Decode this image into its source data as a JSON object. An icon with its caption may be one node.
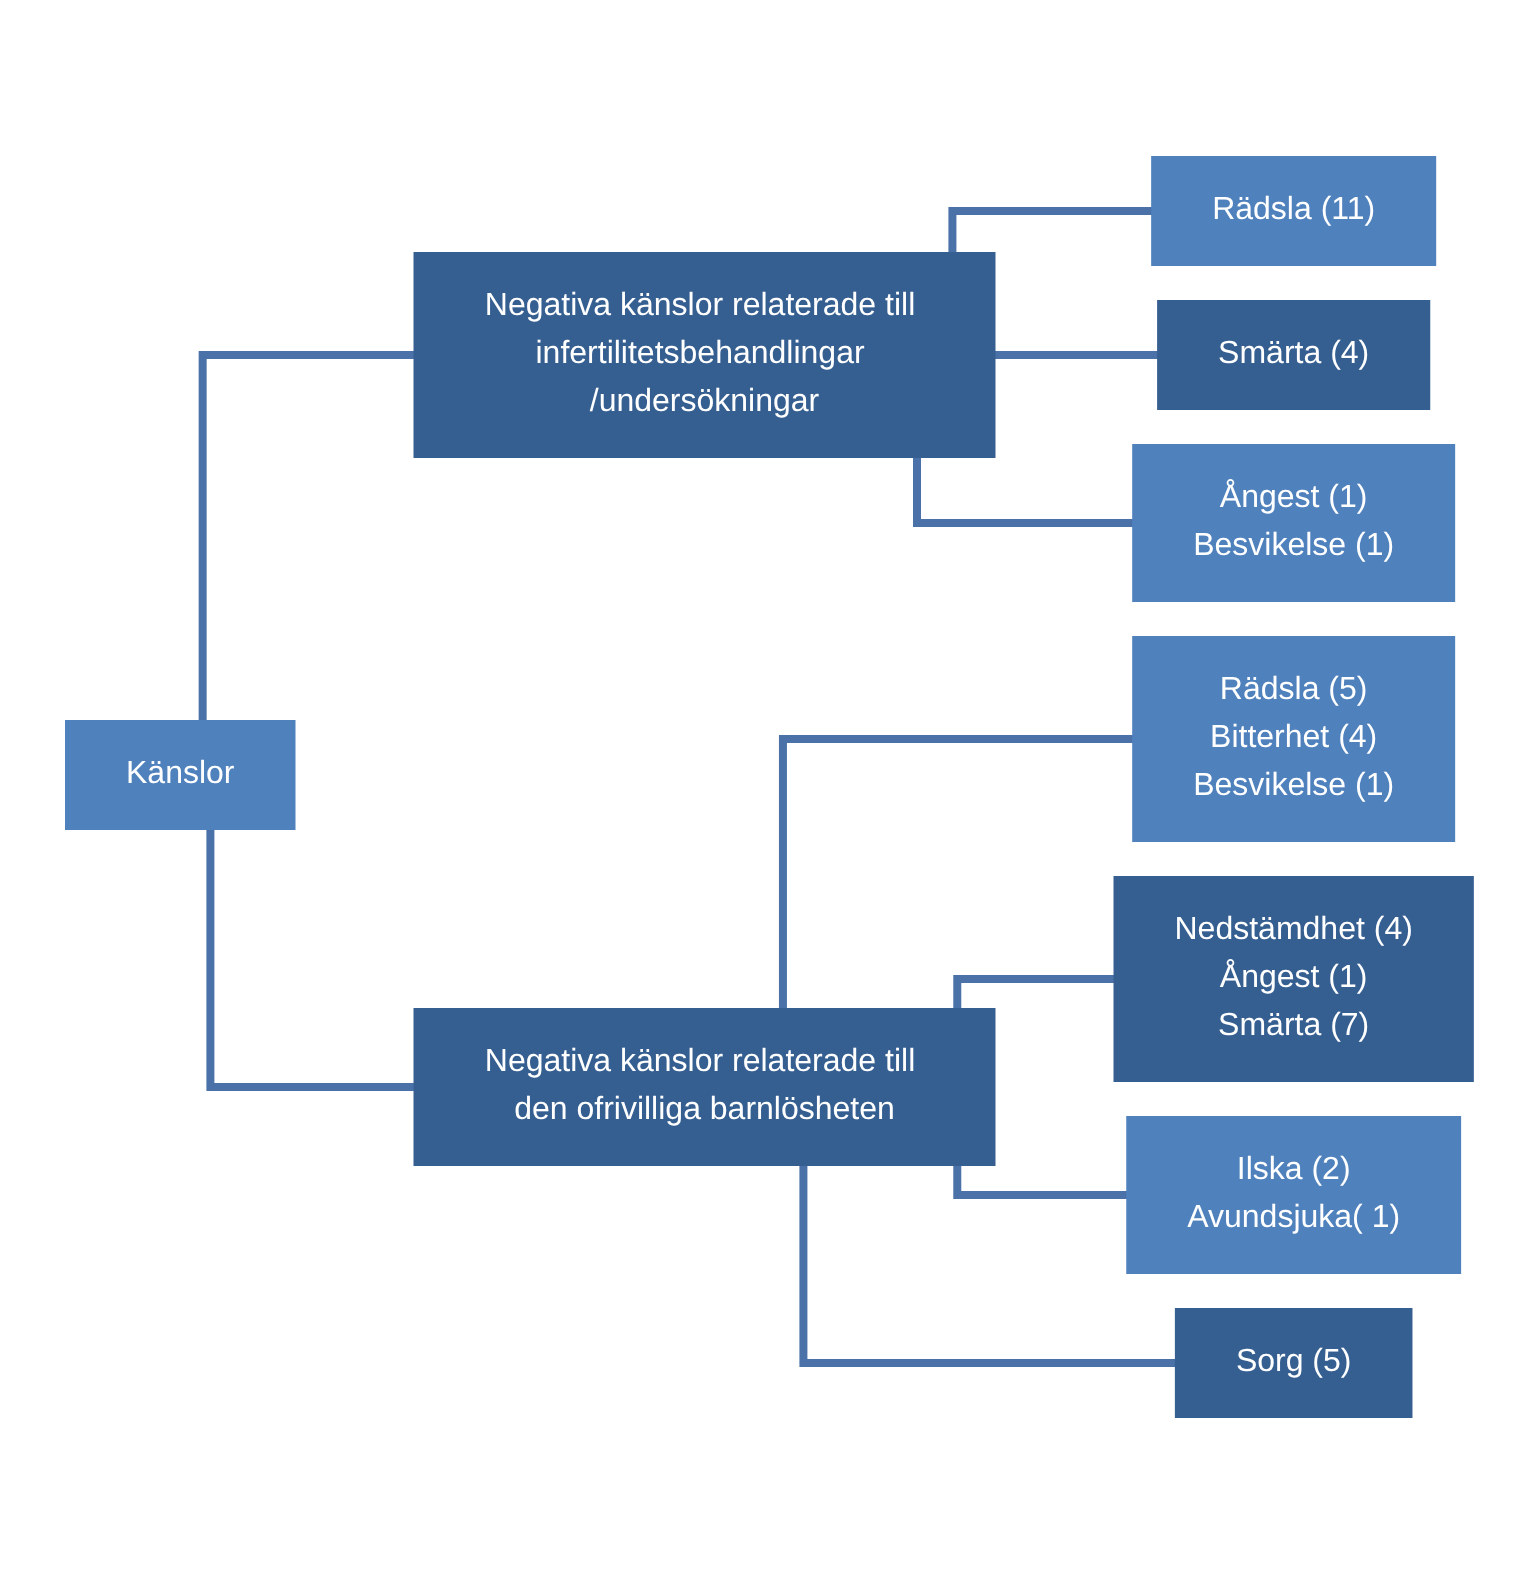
{
  "diagram": {
    "nodes": [
      {
        "text": [
          "Känslor"
        ]
      },
      {
        "text": [
          "Negativa känslor relaterade till infertilitetsbehandlingar /undersökningar"
        ]
      },
      {
        "text": [
          "Rädsla (11)"
        ]
      },
      {
        "text": [
          "Smärta (4)"
        ]
      },
      {
        "text": [
          "Ångest (1)",
          "Besvikelse (1)"
        ]
      },
      {
        "text": [
          "Negativa känslor relaterade till den ofrivilliga barnlösheten"
        ]
      },
      {
        "text": [
          "Rädsla (5)",
          "Bitterhet (4)",
          "Besvikelse (1)"
        ]
      },
      {
        "text": [
          "Nedstämdhet (4)",
          "Ångest (1)",
          "Smärta (7)"
        ]
      },
      {
        "text": [
          "Ilska (2)",
          "Avundsjuka( 1)"
        ]
      },
      {
        "text": [
          "Sorg (5)"
        ]
      }
    ],
    "edges": [
      {
        "from": 0,
        "to": 1,
        "arrow": "none"
      },
      {
        "from": 0,
        "to": 5,
        "arrow": "none"
      },
      {
        "from": 1,
        "to": 2,
        "arrow": "none"
      },
      {
        "from": 1,
        "to": 3,
        "arrow": "none"
      },
      {
        "from": 1,
        "to": 4,
        "arrow": "none"
      },
      {
        "from": 5,
        "to": 6,
        "arrow": "none"
      },
      {
        "from": 5,
        "to": 7,
        "arrow": "none"
      },
      {
        "from": 5,
        "to": 8,
        "arrow": "none"
      },
      {
        "from": 5,
        "to": 9,
        "arrow": "none"
      }
    ]
  }
}
